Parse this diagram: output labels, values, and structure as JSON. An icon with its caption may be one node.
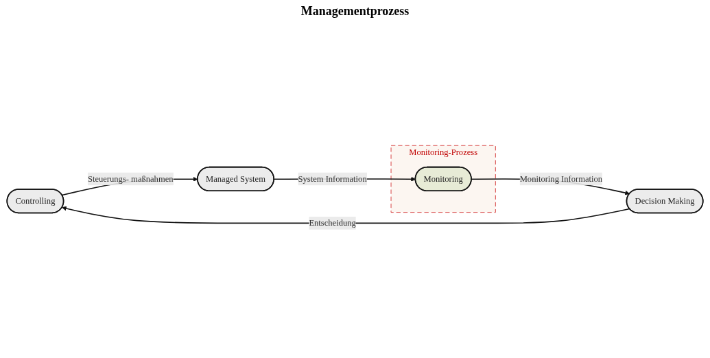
{
  "diagram": {
    "nodes": [
      {
        "text": [
          "Controlling"
        ]
      },
      {
        "text": [
          "Managed System"
        ]
      },
      {
        "text": [
          "Monitoring-Prozess"
        ]
      },
      {
        "text": [
          "Monitoring"
        ],
        "in": 2
      },
      {
        "text": [
          "Decision Making"
        ]
      }
    ],
    "edges": [
      {
        "from": 4,
        "to": 0,
        "arrow": "to",
        "label": "Entscheidung"
      },
      {
        "from": 0,
        "to": 1,
        "arrow": "to",
        "label": "Steuerungs- maßnahmen"
      },
      {
        "from": 1,
        "to": 3,
        "arrow": "to",
        "label": "System Information"
      },
      {
        "from": 3,
        "to": 4,
        "arrow": "to",
        "label": "Monitoring Information"
      }
    ],
    "labels": [
      "Managementprozess"
    ]
  }
}
